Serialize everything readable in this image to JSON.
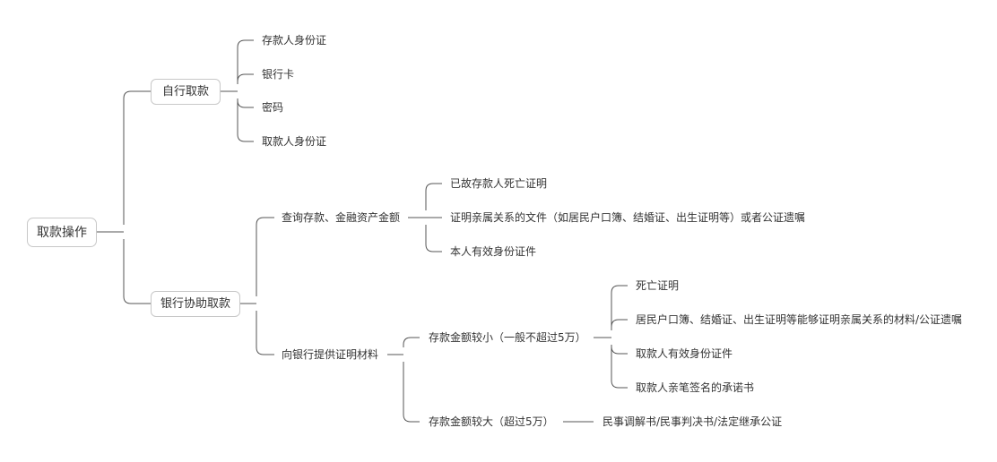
{
  "root": "取款操作",
  "self": {
    "label": "自行取款",
    "items": [
      "存款人身份证",
      "银行卡",
      "密码",
      "取款人身份证"
    ]
  },
  "bank": {
    "label": "银行协助取款",
    "query": {
      "label": "查询存款、金融资产金额",
      "items": [
        "已故存款人死亡证明",
        "证明亲属关系的文件（如居民户口簿、结婚证、出生证明等）或者公证遗嘱",
        "本人有效身份证件"
      ]
    },
    "provide": {
      "label": "向银行提供证明材料",
      "small": {
        "label": "存款金额较小（一般不超过5万）",
        "items": [
          "死亡证明",
          "居民户口簿、结婚证、出生证明等能够证明亲属关系的材料/公证遗嘱",
          "取款人有效身份证件",
          "取款人亲笔签名的承诺书"
        ]
      },
      "large": {
        "label": "存款金额较大（超过5万）",
        "items": [
          "民事调解书/民事判决书/法定继承公证"
        ]
      }
    }
  },
  "colors": {
    "line": "#555555",
    "border": "#c8c8c8",
    "text": "#333333"
  }
}
